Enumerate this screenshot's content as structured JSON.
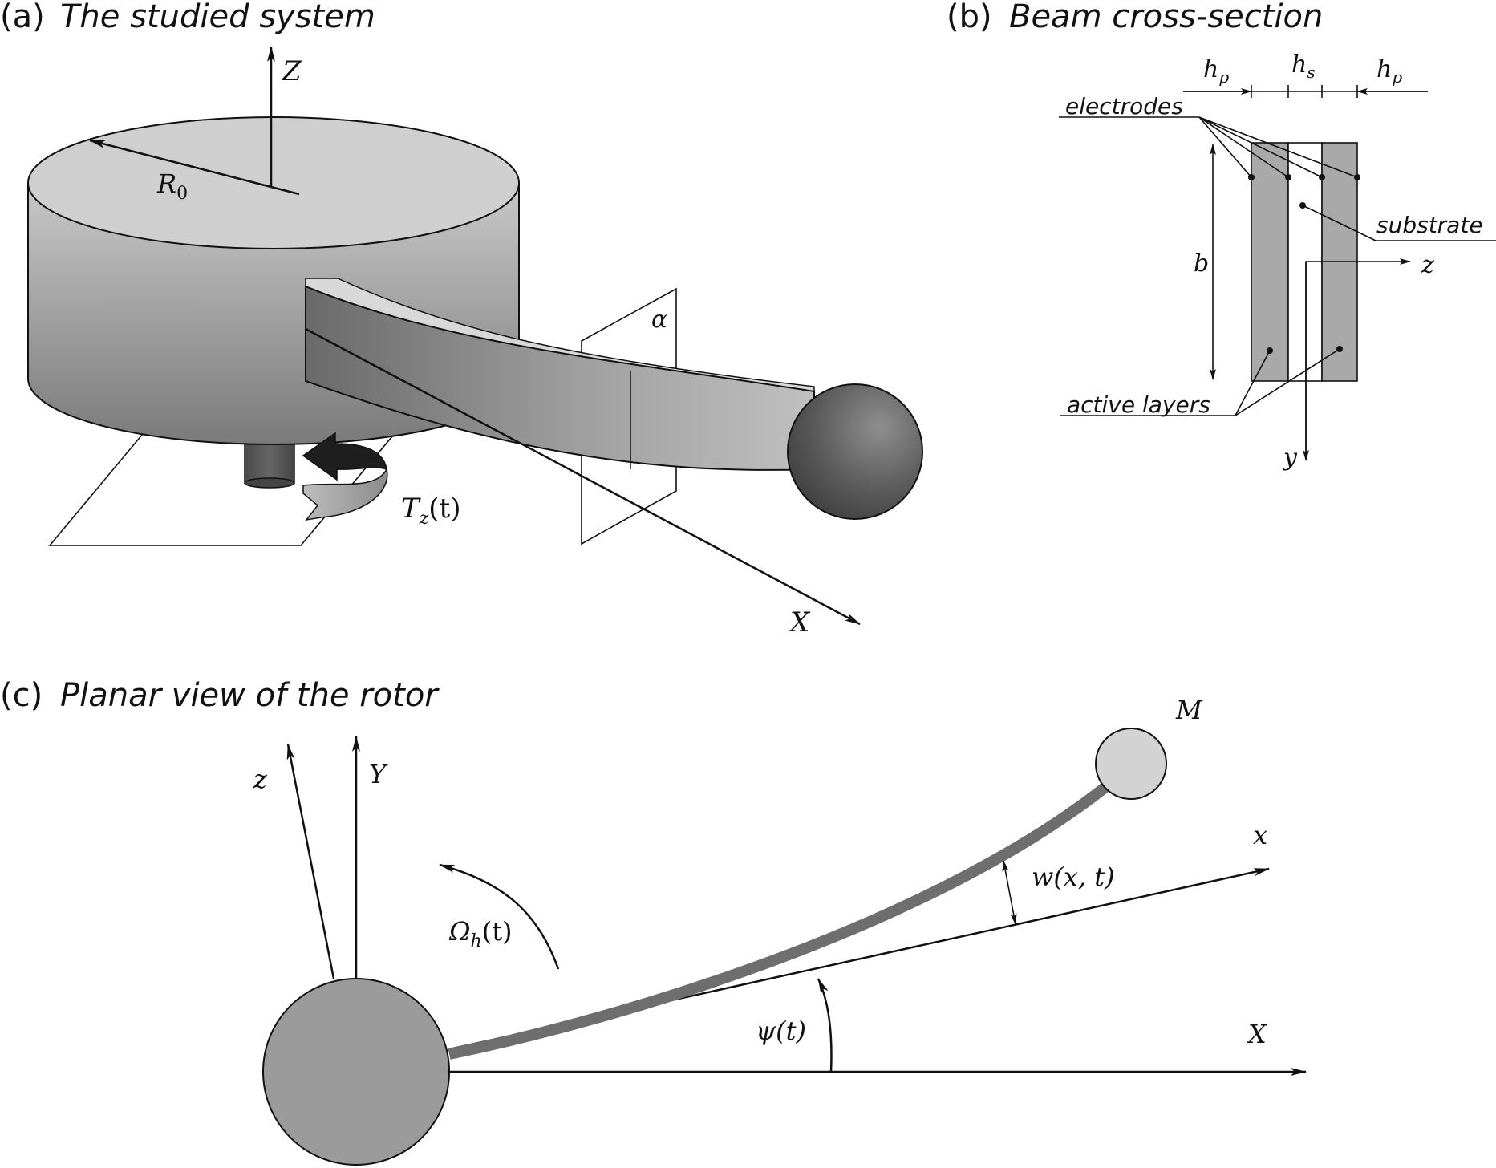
{
  "panel_a": {
    "tag": "(a)",
    "title": "The studied system",
    "z_axis": "Z",
    "x_axis": "X",
    "radius": "R",
    "radius_sub": "0",
    "plane": "α",
    "torque": "T",
    "torque_sub": "z",
    "torque_arg": "(t)"
  },
  "panel_b": {
    "tag": "(b)",
    "title": "Beam cross-section",
    "hp_left": "h",
    "hp_left_sub": "p",
    "hs": "h",
    "hs_sub": "s",
    "hp_right": "h",
    "hp_right_sub": "p",
    "electrodes": "electrodes",
    "substrate": "substrate",
    "width": "b",
    "z_axis": "z",
    "y_axis": "y",
    "active_layers": "active layers"
  },
  "panel_c": {
    "tag": "(c)",
    "title": "Planar view of the rotor",
    "z_axis": "z",
    "Y_axis": "Y",
    "x_axis": "x",
    "X_axis": "X",
    "mass": "M",
    "deflection": "w(x, t)",
    "omega": "Ω",
    "omega_sub": "h",
    "omega_arg": "(t)",
    "angle": "ψ(t)"
  },
  "colors": {
    "disk_top": "#cfcfcf",
    "disk_side_light": "#c4c4c4",
    "disk_side_dark": "#777777",
    "beam_dark": "#6f6f6f",
    "beam_light": "#bdbdbd",
    "sphere_dark": "#4a4a4a",
    "sphere_light": "#8a8a8a",
    "shaft": "#555555",
    "active_layer": "#a9a9a9",
    "hub": "#9b9b9b",
    "tip_mass": "#d3d3d3",
    "beam_planar": "#6e6e6e"
  }
}
